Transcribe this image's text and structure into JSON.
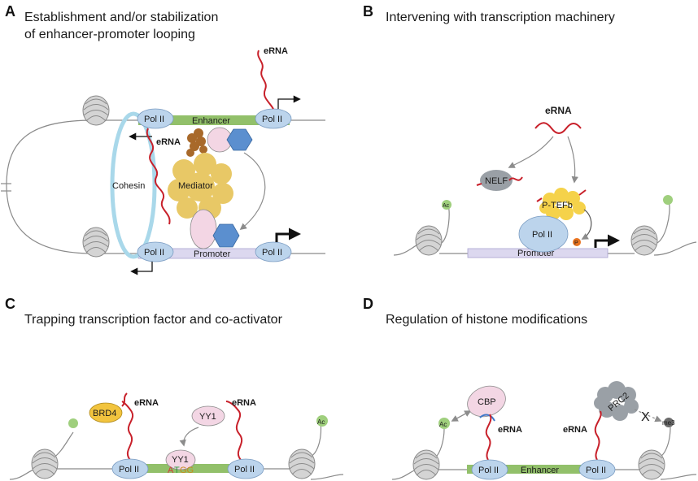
{
  "panels": {
    "a": {
      "letter": "A",
      "title_line1": "Establishment and/or stabilization",
      "title_line2": "of enhancer-promoter looping",
      "erna_top": "eRNA",
      "erna_mid": "eRNA",
      "pol2_tl": "Pol II",
      "pol2_tr": "Pol II",
      "pol2_bl": "Pol II",
      "pol2_br": "Pol II",
      "enhancer": "Enhancer",
      "promoter": "Promoter",
      "cohesin": "Cohesin",
      "mediator": "Mediator"
    },
    "b": {
      "letter": "B",
      "title": "Intervening with transcription machinery",
      "erna": "eRNA",
      "nelf": "NELF",
      "ptefb": "P-TEFb",
      "pol2": "Pol II",
      "p": "P",
      "ac": "Ac",
      "promoter": "Promoter"
    },
    "c": {
      "letter": "C",
      "title": "Trapping transcription factor and co-activator",
      "brd4": "BRD4",
      "erna_left": "eRNA",
      "yy1_top": "YY1",
      "erna_right": "eRNA",
      "yy1_bottom": "YY1",
      "pol2_left": "Pol II",
      "pol2_right": "Pol II",
      "motif_a": "A",
      "motif_t": "T",
      "motif_gg": "GG",
      "ac": "Ac"
    },
    "d": {
      "letter": "D",
      "title": "Regulation of histone modifications",
      "ac": "Ac",
      "cbp": "CBP",
      "erna_left": "eRNA",
      "erna_right": "eRNA",
      "prc2": "PRC2",
      "x_mark": "X",
      "me3": "me3",
      "pol2_left": "Pol II",
      "pol2_right": "Pol II",
      "enhancer": "Enhancer"
    }
  },
  "colors": {
    "dna": "#7f7f7f",
    "rna": "#c8202a",
    "pol2": "#bcd4ec",
    "enhancer": "#92c06a",
    "promoter": "#dcd8ef",
    "cohesin": "#a9d8ea",
    "mediator": "#e8c866",
    "hexagon": "#5b8fcf",
    "brown": "#a8692a",
    "pink": "#f3d6e4",
    "nelf": "#9aa0a6",
    "ptefb": "#f5d24a",
    "brd4": "#f2c43e",
    "prc2": "#9aa0a6",
    "ac": "#9fcf7d",
    "phospho": "#e8731f"
  }
}
